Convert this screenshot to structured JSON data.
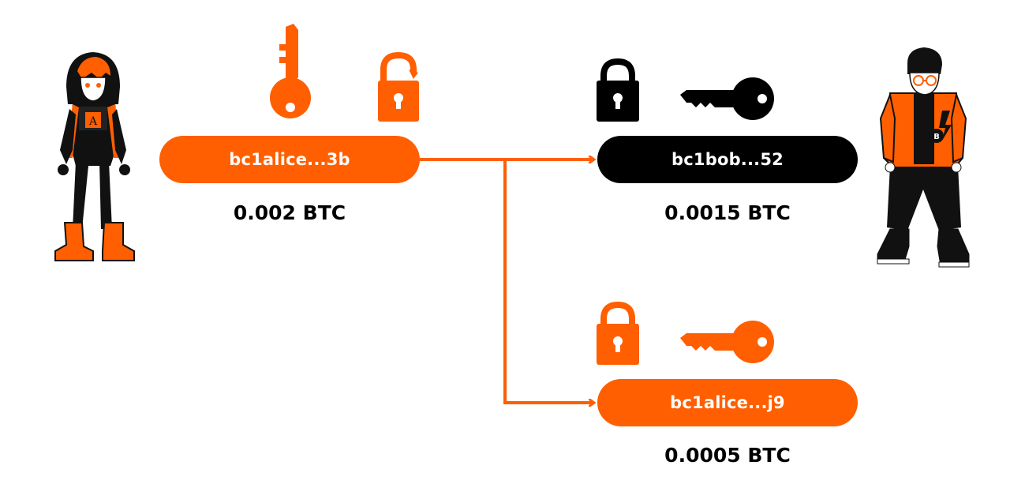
{
  "colors": {
    "accent": "#ff5f00",
    "dark": "#000000",
    "background": "#ffffff"
  },
  "characters": {
    "alice": {
      "icon": "alice-avatar-icon",
      "chest_letter": "A"
    },
    "bob": {
      "icon": "bob-avatar-icon",
      "chest_letter": "B"
    }
  },
  "input": {
    "address": "bc1alice...3b",
    "amount": "0.002 BTC",
    "key_icon": "key-icon",
    "lock_icon": "unlocked-padlock-icon"
  },
  "outputs": [
    {
      "address": "bc1bob...52",
      "amount": "0.0015 BTC",
      "lock_icon": "locked-padlock-icon",
      "key_icon": "key-icon"
    },
    {
      "address": "bc1alice...j9",
      "amount": "0.0005 BTC",
      "lock_icon": "locked-padlock-icon",
      "key_icon": "key-icon"
    }
  ]
}
